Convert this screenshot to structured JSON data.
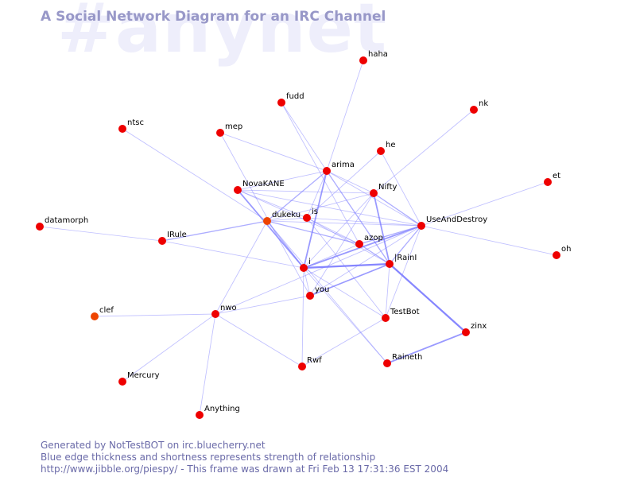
{
  "watermark": "#anynet",
  "title": "A Social Network Diagram for an IRC Channel",
  "footer": {
    "line1": "Generated by NotTestBOT on irc.bluecherry.net",
    "line2": "Blue edge thickness and shortness represents strength of relationship",
    "line3": "http://www.jibble.org/piespy/ - This frame was drawn at Fri Feb 13 17:31:36 EST 2004"
  },
  "colors": {
    "node": "#ee0000",
    "node_alt": "#ee4400",
    "edge": "#8080ff",
    "watermark": "#eeeefb",
    "title": "#9898c8"
  },
  "network": {
    "nodes": [
      {
        "id": "haha",
        "label": "haha"
      },
      {
        "id": "fudd",
        "label": "fudd"
      },
      {
        "id": "nk",
        "label": "nk"
      },
      {
        "id": "ntsc",
        "label": "ntsc"
      },
      {
        "id": "mep",
        "label": "mep"
      },
      {
        "id": "he",
        "label": "he"
      },
      {
        "id": "arima",
        "label": "arima"
      },
      {
        "id": "et",
        "label": "et"
      },
      {
        "id": "NovaKANE",
        "label": "NovaKANE"
      },
      {
        "id": "Nifty",
        "label": "Nifty"
      },
      {
        "id": "datamorph",
        "label": "datamorph"
      },
      {
        "id": "dukeku",
        "label": "dukeku",
        "variant": "alt"
      },
      {
        "id": "is",
        "label": "is"
      },
      {
        "id": "UseAndDestroy",
        "label": "UseAndDestroy"
      },
      {
        "id": "IRule",
        "label": "IRule"
      },
      {
        "id": "azop",
        "label": "azop"
      },
      {
        "id": "oh",
        "label": "oh"
      },
      {
        "id": "IRainI",
        "label": "|RainI"
      },
      {
        "id": "i",
        "label": "i"
      },
      {
        "id": "you",
        "label": "you"
      },
      {
        "id": "clef",
        "label": "clef",
        "variant": "alt"
      },
      {
        "id": "nwo",
        "label": "nwo"
      },
      {
        "id": "TestBot",
        "label": "TestBot"
      },
      {
        "id": "zinx",
        "label": "zinx"
      },
      {
        "id": "Raineth",
        "label": "Raineth"
      },
      {
        "id": "Rwf",
        "label": "Rwf"
      },
      {
        "id": "Mercury",
        "label": "Mercury"
      },
      {
        "id": "Anything",
        "label": "Anything"
      }
    ],
    "edges": [
      {
        "source": "haha",
        "target": "arima",
        "weight": 1
      },
      {
        "source": "fudd",
        "target": "arima",
        "weight": 1
      },
      {
        "source": "fudd",
        "target": "azop",
        "weight": 1
      },
      {
        "source": "nk",
        "target": "Nifty",
        "weight": 1
      },
      {
        "source": "ntsc",
        "target": "dukeku",
        "weight": 1
      },
      {
        "source": "mep",
        "target": "arima",
        "weight": 1
      },
      {
        "source": "mep",
        "target": "you",
        "weight": 1
      },
      {
        "source": "he",
        "target": "is",
        "weight": 1
      },
      {
        "source": "he",
        "target": "UseAndDestroy",
        "weight": 1
      },
      {
        "source": "arima",
        "target": "NovaKANE",
        "weight": 1
      },
      {
        "source": "arima",
        "target": "dukeku",
        "weight": 2
      },
      {
        "source": "arima",
        "target": "is",
        "weight": 1
      },
      {
        "source": "arima",
        "target": "i",
        "weight": 3
      },
      {
        "source": "arima",
        "target": "IRainI",
        "weight": 2
      },
      {
        "source": "arima",
        "target": "UseAndDestroy",
        "weight": 1
      },
      {
        "source": "arima",
        "target": "Nifty",
        "weight": 1
      },
      {
        "source": "et",
        "target": "UseAndDestroy",
        "weight": 1
      },
      {
        "source": "NovaKANE",
        "target": "Nifty",
        "weight": 1
      },
      {
        "source": "NovaKANE",
        "target": "is",
        "weight": 1
      },
      {
        "source": "NovaKANE",
        "target": "i",
        "weight": 3
      },
      {
        "source": "NovaKANE",
        "target": "UseAndDestroy",
        "weight": 1
      },
      {
        "source": "NovaKANE",
        "target": "azop",
        "weight": 1
      },
      {
        "source": "Nifty",
        "target": "dukeku",
        "weight": 1
      },
      {
        "source": "Nifty",
        "target": "IRainI",
        "weight": 3
      },
      {
        "source": "Nifty",
        "target": "you",
        "weight": 1
      },
      {
        "source": "Nifty",
        "target": "UseAndDestroy",
        "weight": 2
      },
      {
        "source": "Nifty",
        "target": "i",
        "weight": 1
      },
      {
        "source": "datamorph",
        "target": "IRule",
        "weight": 1
      },
      {
        "source": "IRule",
        "target": "dukeku",
        "weight": 2
      },
      {
        "source": "IRule",
        "target": "i",
        "weight": 1
      },
      {
        "source": "dukeku",
        "target": "is",
        "weight": 1
      },
      {
        "source": "dukeku",
        "target": "azop",
        "weight": 2
      },
      {
        "source": "dukeku",
        "target": "UseAndDestroy",
        "weight": 1
      },
      {
        "source": "dukeku",
        "target": "i",
        "weight": 2
      },
      {
        "source": "dukeku",
        "target": "nwo",
        "weight": 1
      },
      {
        "source": "dukeku",
        "target": "Raineth",
        "weight": 1
      },
      {
        "source": "is",
        "target": "UseAndDestroy",
        "weight": 1
      },
      {
        "source": "is",
        "target": "azop",
        "weight": 1
      },
      {
        "source": "is",
        "target": "IRainI",
        "weight": 1
      },
      {
        "source": "is",
        "target": "TestBot",
        "weight": 1
      },
      {
        "source": "UseAndDestroy",
        "target": "azop",
        "weight": 2
      },
      {
        "source": "UseAndDestroy",
        "target": "IRainI",
        "weight": 2
      },
      {
        "source": "UseAndDestroy",
        "target": "i",
        "weight": 3
      },
      {
        "source": "UseAndDestroy",
        "target": "oh",
        "weight": 1
      },
      {
        "source": "UseAndDestroy",
        "target": "TestBot",
        "weight": 1
      },
      {
        "source": "UseAndDestroy",
        "target": "you",
        "weight": 1
      },
      {
        "source": "azop",
        "target": "IRainI",
        "weight": 2
      },
      {
        "source": "azop",
        "target": "i",
        "weight": 1
      },
      {
        "source": "IRainI",
        "target": "i",
        "weight": 4
      },
      {
        "source": "IRainI",
        "target": "you",
        "weight": 3
      },
      {
        "source": "IRainI",
        "target": "zinx",
        "weight": 4
      },
      {
        "source": "IRainI",
        "target": "TestBot",
        "weight": 1
      },
      {
        "source": "i",
        "target": "you",
        "weight": 1
      },
      {
        "source": "i",
        "target": "Rwf",
        "weight": 1
      },
      {
        "source": "i",
        "target": "TestBot",
        "weight": 1
      },
      {
        "source": "i",
        "target": "Raineth",
        "weight": 1
      },
      {
        "source": "you",
        "target": "nwo",
        "weight": 1
      },
      {
        "source": "nwo",
        "target": "clef",
        "weight": 1
      },
      {
        "source": "nwo",
        "target": "Mercury",
        "weight": 1
      },
      {
        "source": "nwo",
        "target": "Anything",
        "weight": 1
      },
      {
        "source": "nwo",
        "target": "Rwf",
        "weight": 1
      },
      {
        "source": "nwo",
        "target": "UseAndDestroy",
        "weight": 1
      },
      {
        "source": "TestBot",
        "target": "Rwf",
        "weight": 1
      },
      {
        "source": "zinx",
        "target": "Raineth",
        "weight": 3
      }
    ]
  }
}
